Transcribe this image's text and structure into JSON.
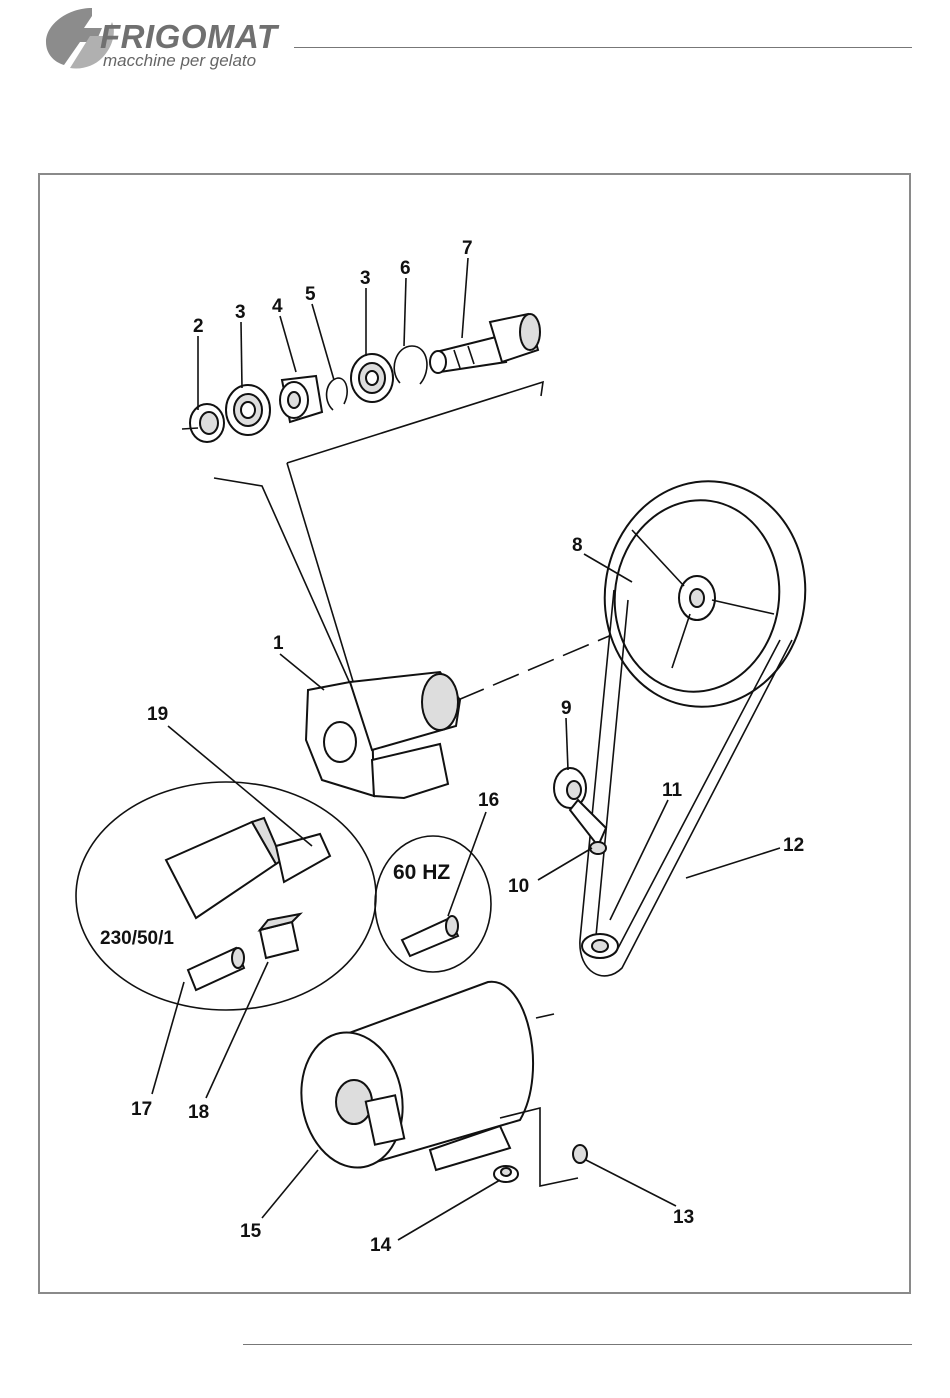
{
  "header": {
    "brand_name": "FRIGOMAT",
    "tagline": "macchine per gelato"
  },
  "diagram": {
    "callouts": [
      "1",
      "2",
      "3",
      "4",
      "5",
      "3",
      "6",
      "7",
      "8",
      "9",
      "10",
      "11",
      "12",
      "13",
      "14",
      "15",
      "16",
      "17",
      "18",
      "19"
    ],
    "option_labels": {
      "single_phase": "230/50/1",
      "frequency": "60 HZ"
    }
  }
}
